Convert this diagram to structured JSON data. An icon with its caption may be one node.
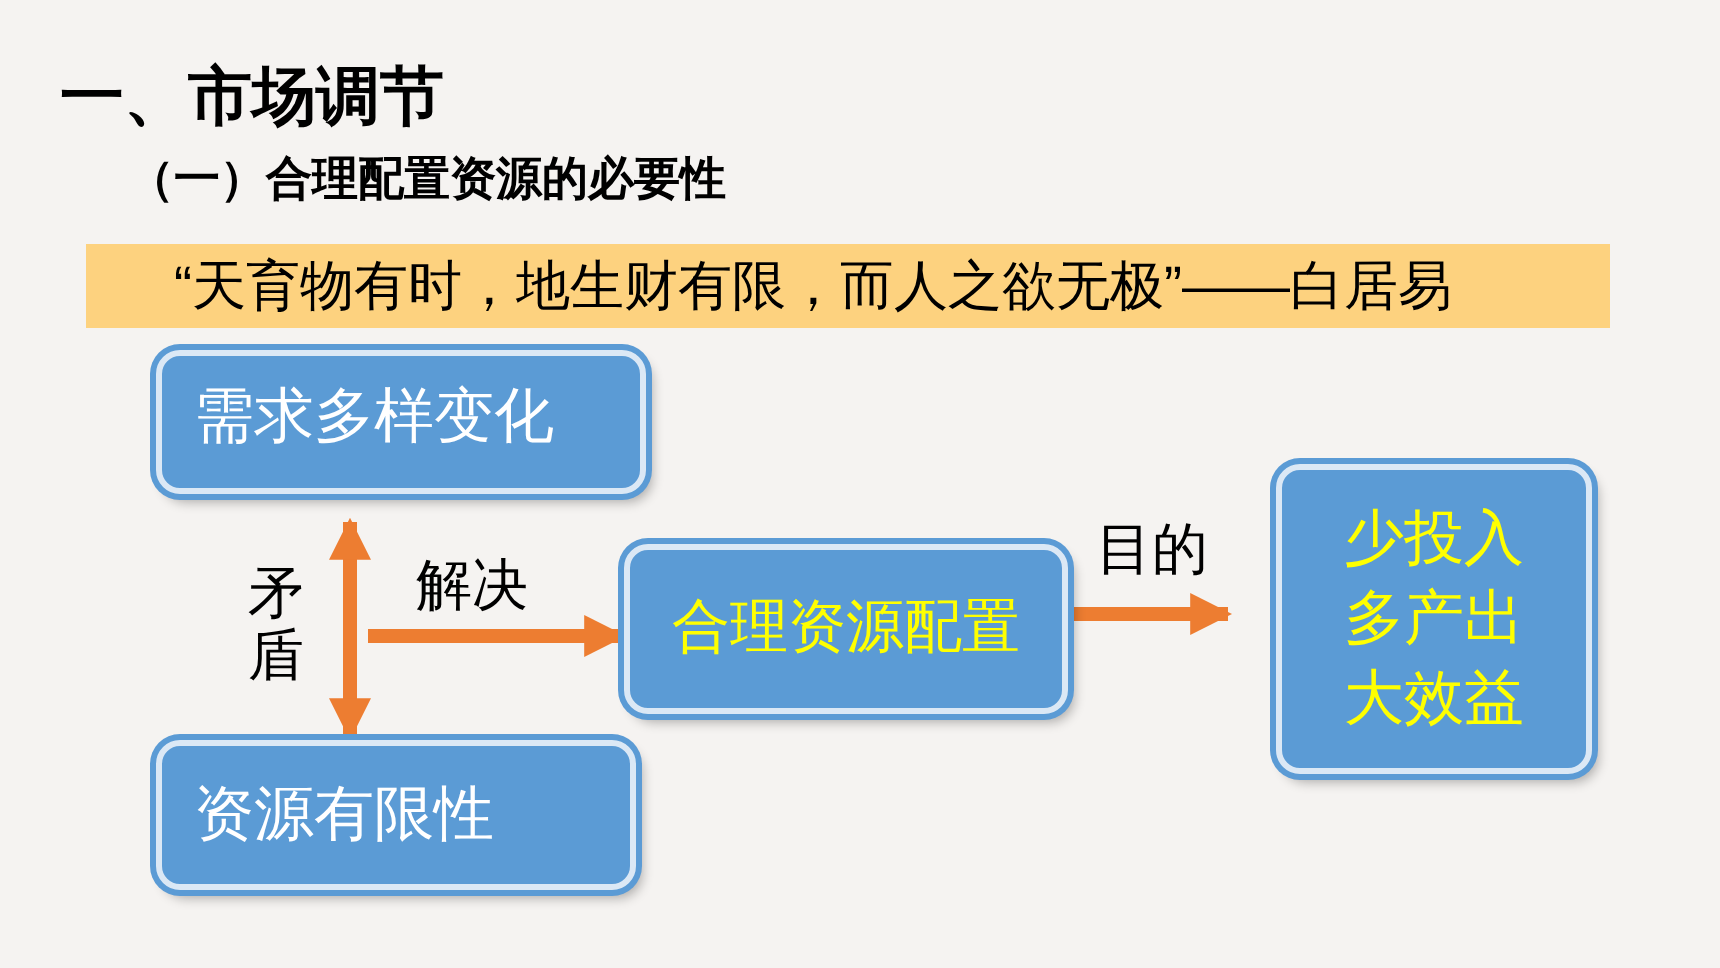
{
  "diagram": {
    "title": "一、市场调节",
    "nodes": [
      {
        "text": [
          "需求多样变化"
        ]
      },
      {
        "text": [
          "资源有限性"
        ]
      },
      {
        "text": [
          "合理资源配置"
        ]
      },
      {
        "text": [
          "少投入多产出大效益"
        ]
      }
    ],
    "edges": [
      {
        "from": 0,
        "to": 1,
        "arrow": "both",
        "label": "矛盾"
      },
      {
        "from": null,
        "to": 2,
        "arrow": "to",
        "label": "解决"
      },
      {
        "from": 2,
        "to": 3,
        "arrow": "to",
        "label": "目的"
      }
    ],
    "labels": [
      "（一）合理配置资源的必要性",
      "“天育物有时，地生财有限，而人之欲无极”——白居易"
    ]
  }
}
